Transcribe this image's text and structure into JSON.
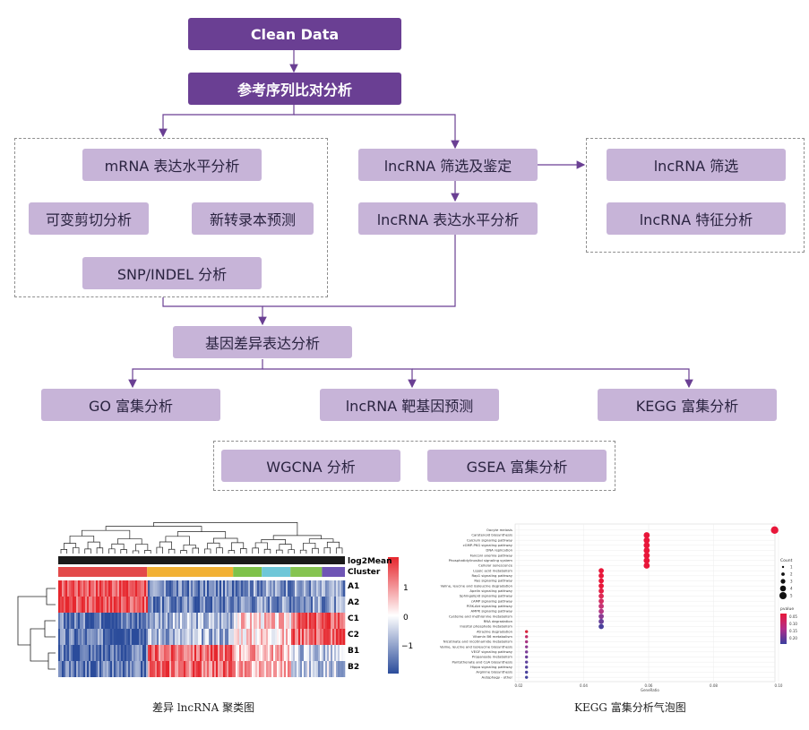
{
  "flowchart": {
    "clean_data": "Clean Data",
    "reference_alignment": "参考序列比对分析",
    "mrna_expression": "mRNA 表达水平分析",
    "alt_splicing": "可变剪切分析",
    "novel_transcript": "新转录本预测",
    "snp_indel": "SNP/INDEL 分析",
    "lncrna_screen_identify": "lncRNA 筛选及鉴定",
    "lncrna_expression": "lncRNA 表达水平分析",
    "lncrna_screen": "lncRNA 筛选",
    "lncrna_features": "lncRNA 特征分析",
    "diff_expression": "基因差异表达分析",
    "go_enrichment": "GO 富集分析",
    "target_prediction": "lncRNA 靶基因预测",
    "kegg_enrichment": "KEGG 富集分析",
    "wgcna": "WGCNA 分析",
    "gsea": "GSEA 富集分析"
  },
  "heatmap": {
    "caption": "差异 lncRNA 聚类图",
    "track_labels": [
      "log2Mean",
      "Cluster"
    ],
    "row_labels": [
      "A1",
      "A2",
      "C1",
      "C2",
      "B1",
      "B2"
    ],
    "legend_ticks": [
      "1",
      "0",
      "−1"
    ],
    "cluster_colors": [
      "#e34a4a",
      "#f2b134",
      "#7fc24a",
      "#6fc7d8",
      "#86c451",
      "#6f55b5"
    ],
    "scale_colors": {
      "high": "#e6262d",
      "mid": "#ffffff",
      "low": "#2b4c9b"
    }
  },
  "kegg": {
    "caption": "KEGG 富集分析气泡图",
    "xlabel": "GeneRatio",
    "x_ticks": [
      "0.02",
      "0.04",
      "0.06",
      "0.08",
      "0.10"
    ],
    "count_legend_title": "Count",
    "count_legend_values": [
      "1",
      "2",
      "3",
      "4",
      "5"
    ],
    "pvalue_legend_title": "pvalue",
    "pvalue_legend_values": [
      "0.05",
      "0.10",
      "0.15",
      "0.20"
    ],
    "terms": [
      "Oocyte meiosis",
      "Carotenoid biosynthesis",
      "Calcium signaling pathway",
      "cGMP-PKG signaling pathway",
      "DNA replication",
      "Fanconi anemia pathway",
      "Phosphatidylinositol signaling system",
      "Cellular senescence",
      "Lipoic acid metabolism",
      "Rap1 signaling pathway",
      "Ras signaling pathway",
      "Valine, leucine and isoleucine degradation",
      "Apelin signaling pathway",
      "Sphingolipid signaling pathway",
      "cAMP signaling pathway",
      "PI3K-Akt signaling pathway",
      "AMPK signaling pathway",
      "Cysteine and methionine metabolism",
      "RNA degradation",
      "Inositol phosphate metabolism",
      "Atrazine degradation",
      "Vitamin B6 metabolism",
      "Nicotinate and nicotinamide metabolism",
      "Valine, leucine and isoleucine biosynthesis",
      "VEGF signaling pathway",
      "Propanoate metabolism",
      "Pantothenate and CoA biosynthesis",
      "Hippo signaling pathway",
      "Arginine biosynthesis",
      "Autophagy - other"
    ]
  }
}
